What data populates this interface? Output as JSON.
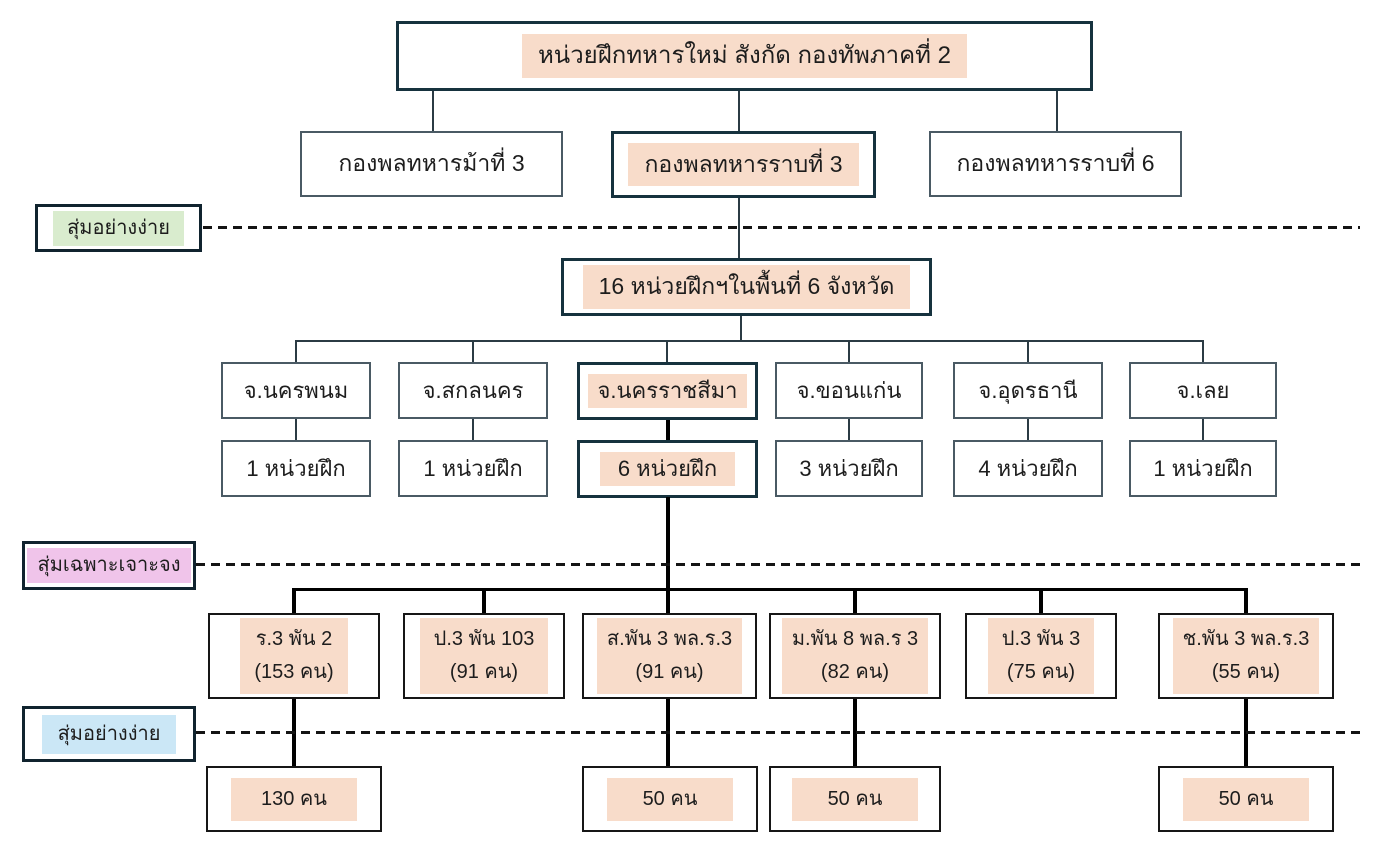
{
  "diagram": {
    "title": "หน่วยฝึกทหารใหม่ สังกัด กองทัพภาคที่ 2",
    "divisions": [
      {
        "label": "กองพลทหารม้าที่ 3",
        "highlighted": false
      },
      {
        "label": "กองพลทหารราบที่ 3",
        "highlighted": true
      },
      {
        "label": "กองพลทหารราบที่ 6",
        "highlighted": false
      }
    ],
    "stage_labels": [
      {
        "label": "สุ่มอย่างง่าย",
        "highlight_color": "#d9ecce"
      },
      {
        "label": "สุ่มเฉพาะเจาะจง",
        "highlight_color": "#f0c4ea"
      },
      {
        "label": "สุ่มอย่างง่าย",
        "highlight_color": "#cbe7f6"
      }
    ],
    "selection_pool": "16 หน่วยฝึกฯในพื้นที่ 6 จังหวัด",
    "provinces": [
      {
        "name": "จ.นครพนม",
        "unit_count": "1 หน่วยฝึก",
        "highlighted": false
      },
      {
        "name": "จ.สกลนคร",
        "unit_count": "1 หน่วยฝึก",
        "highlighted": false
      },
      {
        "name": "จ.นครราชสีมา",
        "unit_count": "6 หน่วยฝึก",
        "highlighted": true
      },
      {
        "name": "จ.ขอนแก่น",
        "unit_count": "3 หน่วยฝึก",
        "highlighted": false
      },
      {
        "name": "จ.อุดรธานี",
        "unit_count": "4 หน่วยฝึก",
        "highlighted": false
      },
      {
        "name": "จ.เลย",
        "unit_count": "1 หน่วยฝึก",
        "highlighted": false
      }
    ],
    "sampled_units": [
      {
        "name": "ร.3 พัน 2",
        "size": "(153 คน)"
      },
      {
        "name": "ป.3 พัน 103",
        "size": "(91 คน)"
      },
      {
        "name": "ส.พัน 3 พล.ร.3",
        "size": "(91 คน)"
      },
      {
        "name": "ม.พัน 8 พล.ร 3",
        "size": "(82 คน)"
      },
      {
        "name": "ป.3 พัน 3",
        "size": "(75 คน)"
      },
      {
        "name": "ช.พัน 3 พล.ร.3",
        "size": "(55 คน)"
      }
    ],
    "sample_sizes": [
      {
        "label": "130 คน"
      },
      {
        "label": "50 คน"
      },
      {
        "label": "50 คน"
      },
      {
        "label": "50 คน"
      }
    ],
    "colors": {
      "highlight_peach": "#f8dcca",
      "highlight_green": "#d9ecce",
      "highlight_pink": "#f0c4ea",
      "highlight_blue": "#cbe7f6",
      "box_border": "#4a5a64",
      "emphasis_border": "#16323e",
      "connector_dark": "#000000",
      "text": "#1d1d1d"
    }
  }
}
